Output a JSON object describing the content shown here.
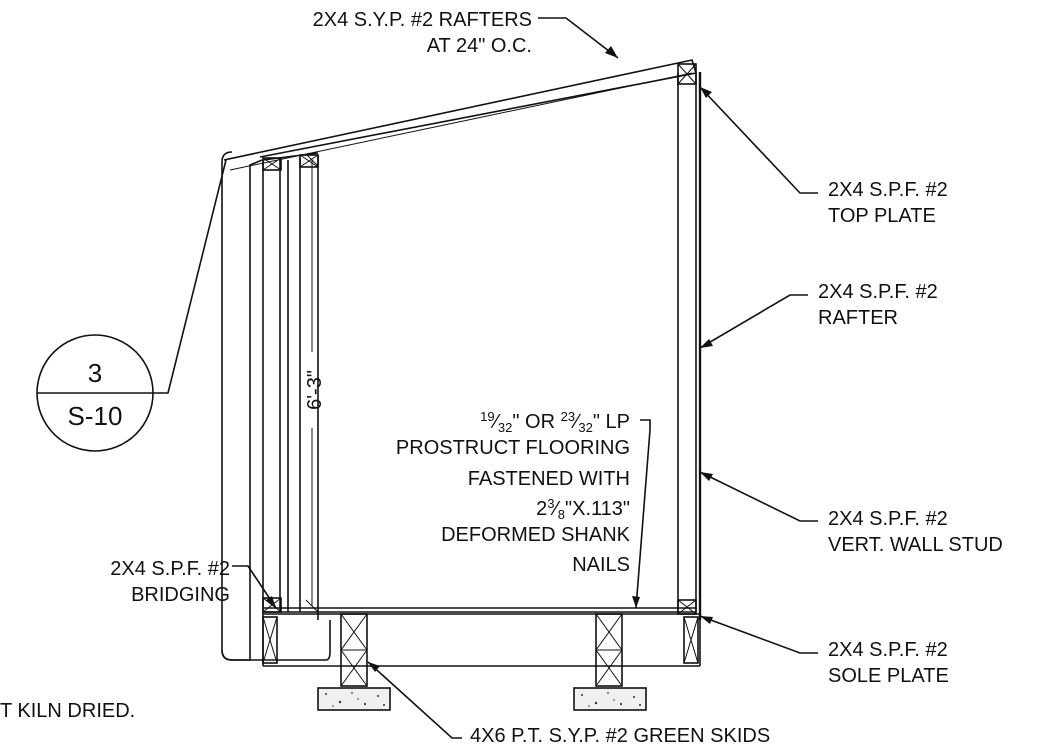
{
  "labels": {
    "rafters_line1": "2X4 S.Y.P. #2 RAFTERS",
    "rafters_line2": "AT 24\" O.C.",
    "top_plate_line1": "2X4 S.P.F. #2",
    "top_plate_line2": "TOP PLATE",
    "rafter_line1": "2X4 S.P.F. #2",
    "rafter_line2": "RAFTER",
    "wall_stud_line1": "2X4 S.P.F. #2",
    "wall_stud_line2": "VERT. WALL STUD",
    "sole_plate_line1": "2X4 S.P.F. #2",
    "sole_plate_line2": "SOLE PLATE",
    "bridging_line1": "2X4 S.P.F. #2",
    "bridging_line2": "BRIDGING",
    "skids": "4X6 P.T. S.Y.P. #2 GREEN SKIDS",
    "kiln_note": "T KILN DRIED."
  },
  "flooring_note": {
    "frac1_num": "19",
    "frac1_den": "32",
    "or_text": "\" OR ",
    "frac2_num": "23",
    "frac2_den": "32",
    "lp_text": "\" LP",
    "line2": "PROSTRUCT FLOORING",
    "line3": "FASTENED WITH",
    "nail_whole": "2",
    "nail_frac_num": "3",
    "nail_frac_den": "8",
    "nail_rest": "\"X.113\"",
    "line5": "DEFORMED SHANK",
    "line6": "NAILS"
  },
  "dimension": "6'-3\"",
  "detail_callout": {
    "number": "3",
    "sheet": "S-10"
  }
}
